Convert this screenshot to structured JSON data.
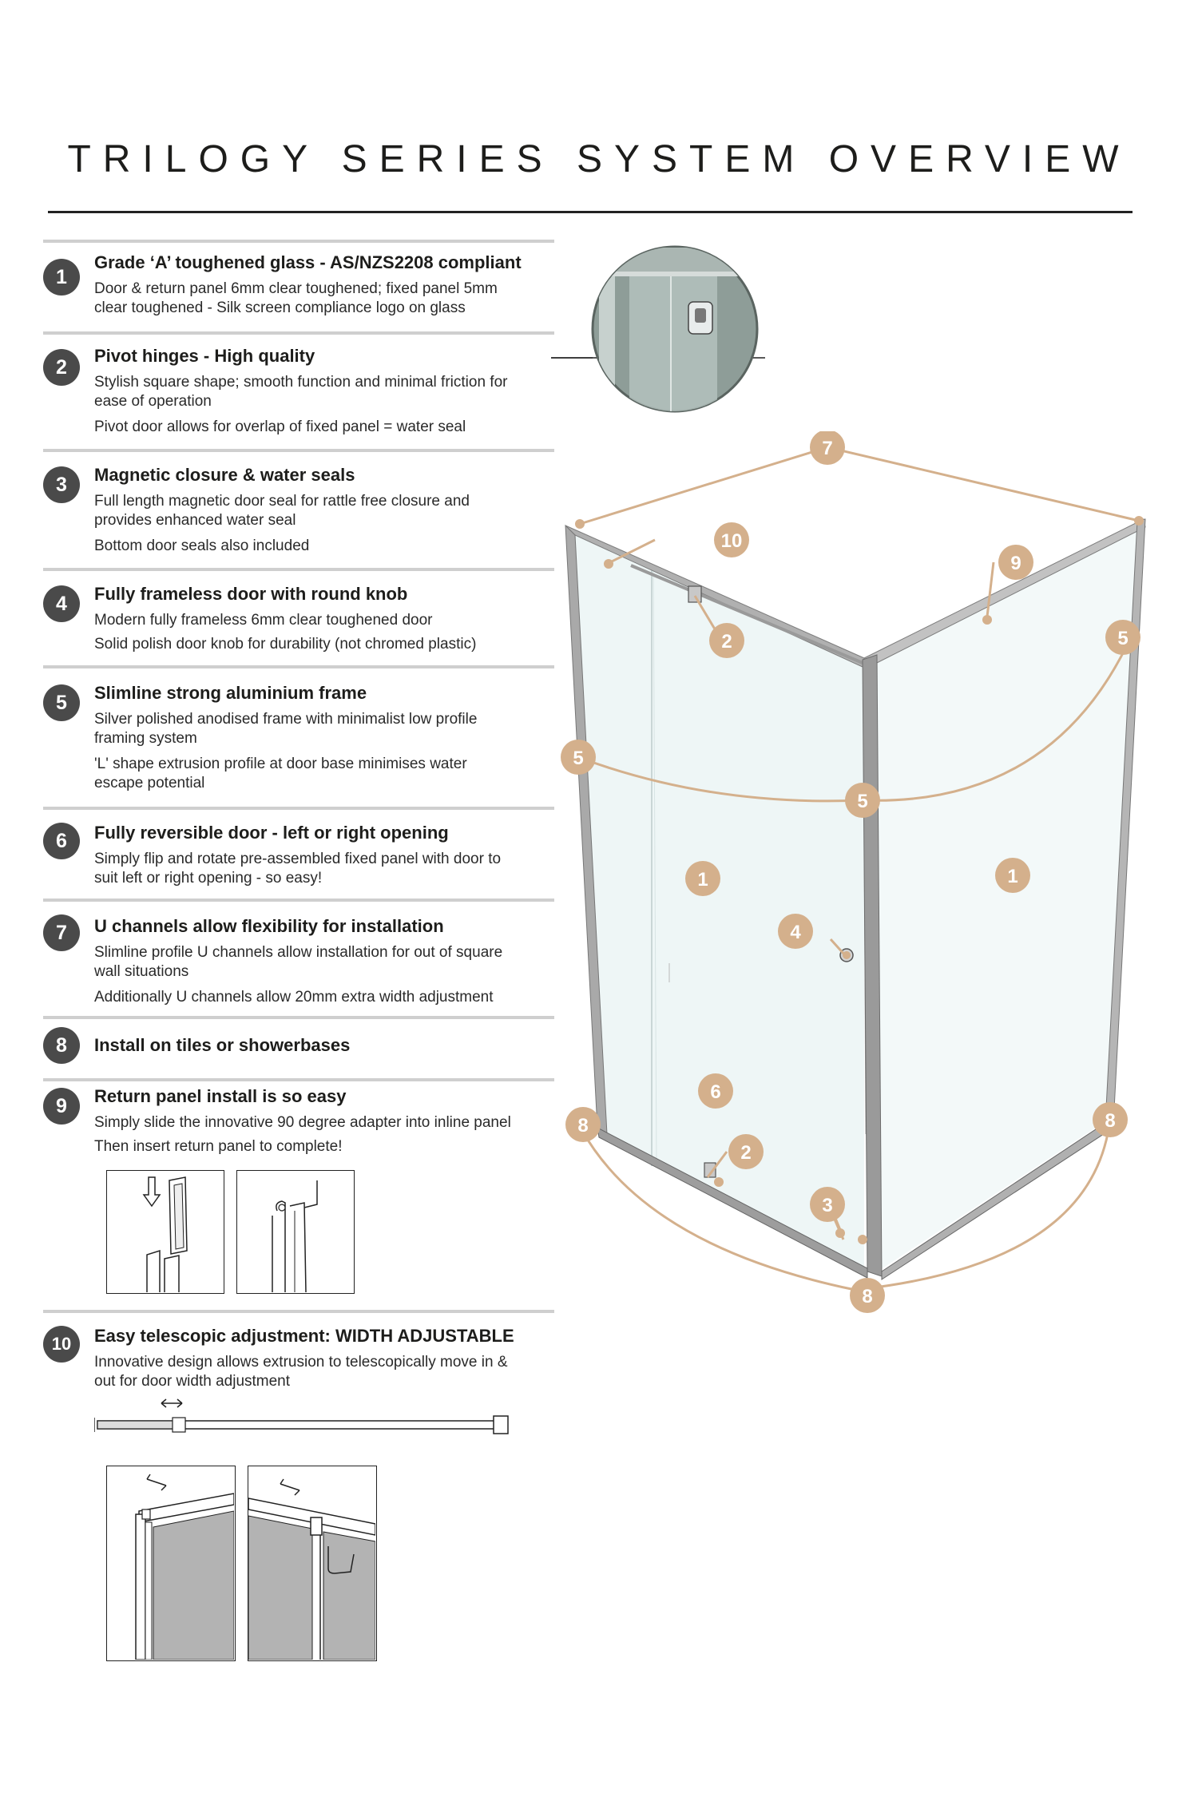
{
  "title": "TRILOGY SERIES SYSTEM OVERVIEW",
  "features": [
    {
      "num": "1",
      "title": "Grade ‘A’ toughened glass - AS/NZS2208 compliant",
      "lines": [
        "Door & return panel 6mm clear toughened; fixed panel 5mm",
        "clear toughened - Silk screen compliance logo on glass"
      ]
    },
    {
      "num": "2",
      "title": "Pivot hinges - High quality",
      "lines": [
        "Stylish square shape; smooth function and minimal friction for",
        "ease of operation"
      ],
      "extra": "Pivot door allows for overlap of fixed panel = water seal"
    },
    {
      "num": "3",
      "title": "Magnetic closure & water seals",
      "lines": [
        "Full length magnetic door seal for rattle free closure and",
        "provides enhanced water seal"
      ],
      "extra": "Bottom door seals also included"
    },
    {
      "num": "4",
      "title": "Fully frameless door with round knob",
      "lines": [
        "Modern fully frameless 6mm clear toughened door"
      ],
      "extra": "Solid polish door knob for durability (not chromed plastic)"
    },
    {
      "num": "5",
      "title": "Slimline strong aluminium frame",
      "lines": [
        "Silver polished anodised frame with minimalist low profile",
        "framing system"
      ],
      "extra": "'L' shape extrusion profile at door base minimises water",
      "extra2": "escape potential"
    },
    {
      "num": "6",
      "title": "Fully reversible door - left or right opening",
      "lines": [
        "Simply flip and rotate pre-assembled fixed panel with door to",
        "suit left or right opening - so easy!"
      ]
    },
    {
      "num": "7",
      "title": "U channels allow flexibility for installation",
      "lines": [
        "Slimline profile U channels allow installation for out of square",
        "wall situations"
      ],
      "extra": "Additionally U channels allow 20mm extra width adjustment"
    },
    {
      "num": "8",
      "title": "Install on tiles or showerbases"
    },
    {
      "num": "9",
      "title": "Return panel install is so easy",
      "lines": [
        "Simply slide the innovative 90 degree adapter into inline panel"
      ],
      "extra": "Then insert return panel to complete!"
    },
    {
      "num": "10",
      "title": "Easy telescopic adjustment: WIDTH ADJUSTABLE",
      "lines": [
        "Innovative design allows extrusion to telescopically move in &",
        "out for door width adjustment"
      ]
    }
  ],
  "callouts": [
    "7",
    "10",
    "9",
    "2",
    "5",
    "5",
    "5",
    "1",
    "1",
    "4",
    "6",
    "8",
    "8",
    "2",
    "3",
    "8"
  ],
  "colors": {
    "accent": "#d4b08c",
    "badge": "#4a4a4a",
    "frame": "#9a9a9a",
    "glass": "#eef6f6"
  }
}
